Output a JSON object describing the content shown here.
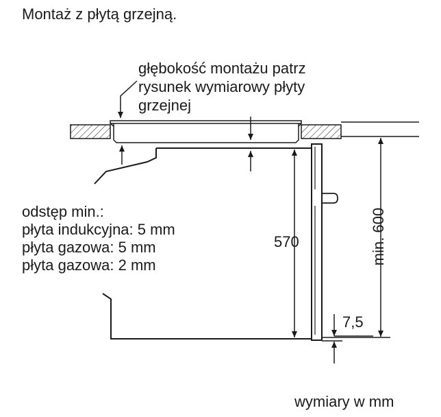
{
  "title": "Montaż z płytą grzejną.",
  "depth_note": [
    "głębokość montażu patrz",
    "rysunek wymiarowy płyty",
    "grzejnej"
  ],
  "clearance": {
    "heading": "odstęp min.:",
    "lines": [
      "płyta indukcyjna: 5 mm",
      "płyta gazowa: 5 mm",
      "płyta gazowa: 2 mm"
    ]
  },
  "dimensions": {
    "oven_height": "570",
    "niche_height": "min. 600",
    "bottom_offset": "7,5"
  },
  "units_note": "wymiary w mm",
  "colors": {
    "line": "#1a1a1a",
    "background": "#ffffff"
  }
}
